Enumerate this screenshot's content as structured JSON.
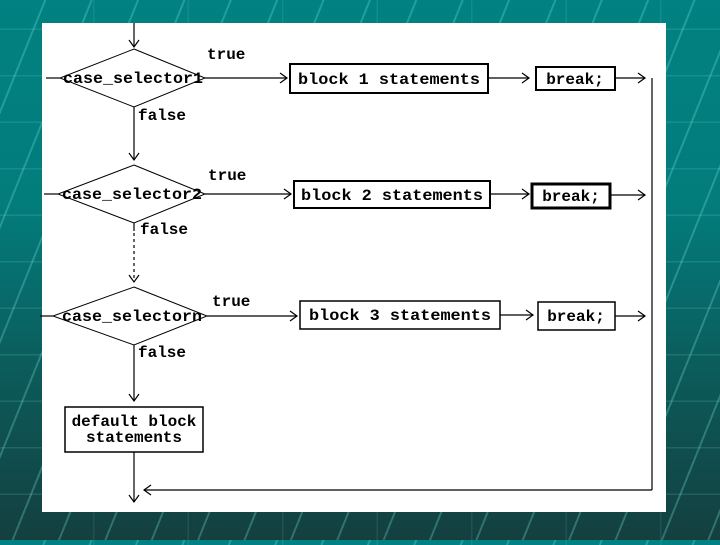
{
  "slide": {
    "colors": {
      "background_top": "#008080",
      "background_bottom": "#143f3f",
      "pattern_line": "#73e2db",
      "canvas": "#ffffff",
      "ink": "#000000"
    }
  },
  "flowchart": {
    "cases": [
      {
        "selector": "case_selector1",
        "true_label": "true",
        "false_label": "false",
        "block": "block 1 statements",
        "break": "break;"
      },
      {
        "selector": "case_selector2",
        "true_label": "true",
        "false_label": "false",
        "block": "block 2 statements",
        "break": "break;"
      },
      {
        "selector": "case_selectorn",
        "true_label": "true",
        "false_label": "false",
        "block": "block 3 statements",
        "break": "break;"
      }
    ],
    "default_block": {
      "line1": "default block",
      "line2": "statements"
    }
  }
}
